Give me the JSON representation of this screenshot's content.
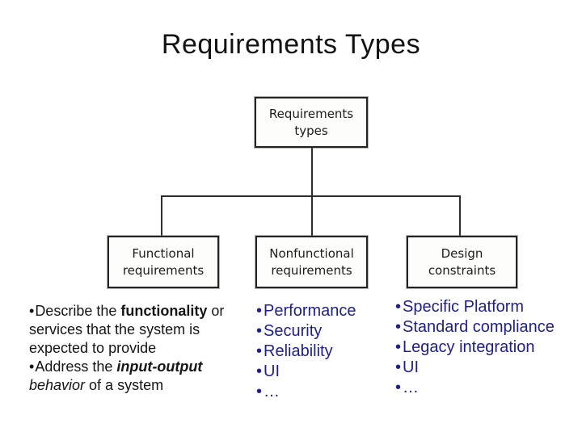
{
  "slide": {
    "title": "Requirements Types"
  },
  "colors": {
    "accent_blue": "#20208a",
    "text_black": "#151515",
    "line_color": "#2e2e2e",
    "background": "#ffffff"
  },
  "diagram": {
    "root_label": "Requirements types",
    "functional_label": "Functional requirements",
    "nonfunctional_label": "Nonfunctional requirements",
    "design_label": "Design constraints"
  },
  "notes": {
    "bullet_char": "•",
    "b1": {
      "pre": "Describe the ",
      "bold": "functionality",
      "post": " or services that the system is expected to provide"
    },
    "b2": {
      "pre": "Address the ",
      "bold_italic": "input-output",
      "italic": " behavior",
      "post": " of a system"
    }
  },
  "lists": {
    "bullet_char": "•",
    "nonfunctional": {
      "items": [
        "Performance",
        "Security",
        "Reliability",
        "UI",
        "…"
      ]
    },
    "design": {
      "items": [
        "Specific Platform",
        "Standard compliance",
        "Legacy integration",
        "UI",
        "…"
      ]
    }
  }
}
